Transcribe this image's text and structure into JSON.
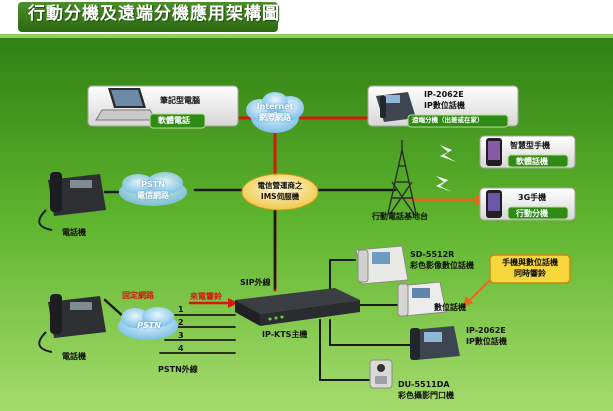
{
  "title": "行動分機及遠端分機應用架構圖",
  "colors": {
    "background": "#3c9419",
    "link_black": "#1a1a1a",
    "link_red": "#d4180e",
    "link_orange": "#e36a1a",
    "callout": "#f6d63a"
  },
  "devices": {
    "notebook": {
      "label": "筆記型電腦",
      "tag": "軟體電話",
      "icon": "laptop-icon"
    },
    "internet": {
      "line1": "Internet",
      "line2": "網際網路",
      "icon": "cloud-icon"
    },
    "ip_phone_remote": {
      "line1": "IP-2062E",
      "line2": "IP數位話機",
      "tag": "遠端分機（出差或在家）",
      "icon": "desk-phone-icon"
    },
    "smartphone": {
      "label": "智慧型手機",
      "tag": "軟體話機",
      "icon": "smartphone-icon"
    },
    "phone_3g": {
      "label": "3G手機",
      "tag": "行動分機",
      "icon": "mobile-phone-icon"
    },
    "pstn_top": {
      "line1": "PSTN",
      "line2": "電信網路",
      "icon": "cloud-icon"
    },
    "ims": {
      "line1": "電信營運商之",
      "line2": "IMS伺服機"
    },
    "tower": {
      "label": "行動電話基地台",
      "icon": "antenna-tower-icon"
    },
    "phone_top_left": {
      "label": "電話機",
      "icon": "desk-phone-icon"
    },
    "sd_phone": {
      "line1": "SD-5512R",
      "line2": "彩色影像數位話機",
      "icon": "video-phone-icon"
    },
    "callout": {
      "line1": "手機與數位話機",
      "line2": "同時響鈴"
    },
    "sip_label": "SIP外線",
    "fixed_net": "固定網路",
    "incoming": "來電響鈴",
    "pstn_cloud": {
      "label": "PSTN",
      "icon": "cloud-icon"
    },
    "trunks": [
      "1",
      "2",
      "3",
      "4"
    ],
    "digital_phone": {
      "label": "數位話機",
      "icon": "desk-phone-icon"
    },
    "kts": {
      "label": "IP-KTS主機",
      "icon": "pbx-switch-icon"
    },
    "ip_phone_local": {
      "line1": "IP-2062E",
      "line2": "IP數位話機",
      "icon": "desk-phone-icon"
    },
    "phone_bottom_left": {
      "label": "電話機",
      "icon": "desk-phone-icon"
    },
    "pstn_trunk": "PSTN外線",
    "door": {
      "line1": "DU-5511DA",
      "line2": "彩色攝影門口機",
      "icon": "door-intercom-icon"
    }
  }
}
